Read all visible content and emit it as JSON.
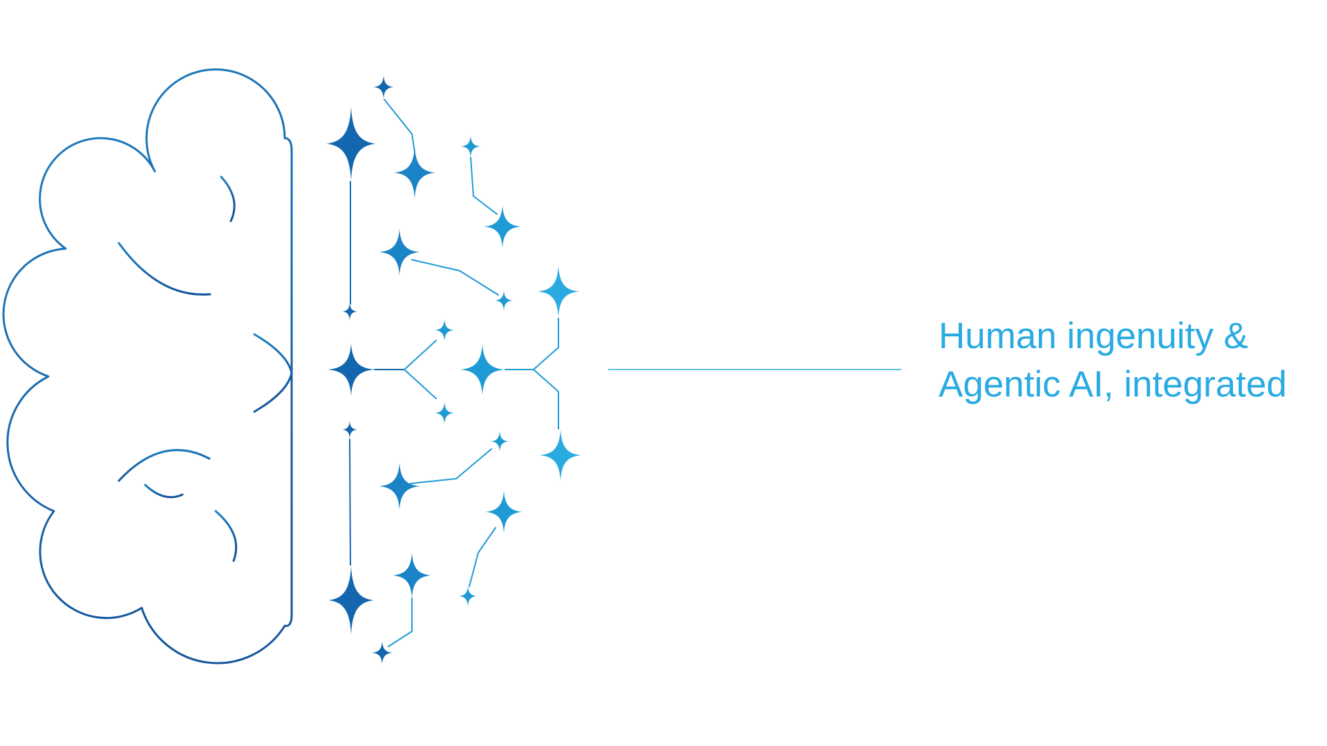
{
  "page": {
    "background": "#FFFFFF",
    "description": "Half human-brain outline on the left joined to a network of four-pointed AI sparkles, connected by a thin rule to a tagline on the right"
  },
  "caption": {
    "line1": "Human ingenuity &",
    "line2": "Agentic AI, integrated"
  },
  "colors": {
    "caption_text": "#29ABE2",
    "brain_outline_light": "#1E82C2",
    "brain_outline_dark": "#15549B",
    "spark_dark": "#1467AE",
    "spark_medium": "#1B84C6",
    "spark_light": "#1E9AD4",
    "spark_bright": "#29ABE2",
    "connector_line": "#29ABE2"
  },
  "icons": {
    "brain": "half-brain-outline-icon",
    "sparkle": "four-point-sparkle-icon"
  }
}
